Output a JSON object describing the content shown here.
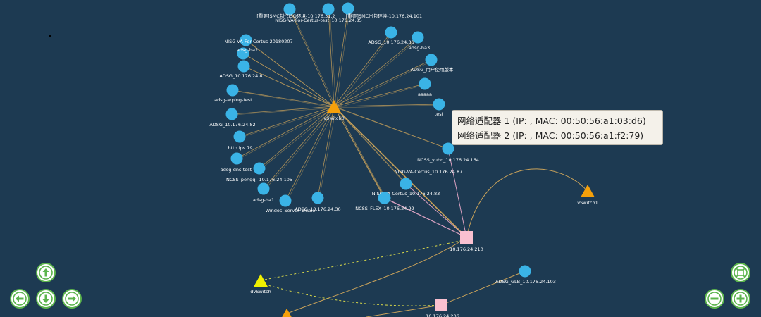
{
  "colors": {
    "background": "#1d3a52",
    "vm_node": "#3ab3e6",
    "vswitch_node": "#f5a00a",
    "dvswitch_node": "#f0f000",
    "host_node": "#f9c0d0",
    "vm_link": "#c9a25a",
    "host_link": "#d8a0c0",
    "dv_link": "#d8d84a",
    "control_border": "#5cb44d"
  },
  "nodes": {
    "vswitch0": {
      "label": "vSwitch0",
      "type": "vswitch"
    },
    "vswitch1": {
      "label": "vSwitch1",
      "type": "vswitch"
    },
    "dvswitch": {
      "label": "dvSwitch",
      "type": "dvswitch"
    },
    "host_210": {
      "label": "10.176.24.210",
      "type": "host"
    },
    "host_206": {
      "label": "10.176.24.206",
      "type": "host"
    },
    "vms": [
      {
        "label": "[重要]SMC制作ISO环境-10.176.31.2"
      },
      {
        "label": "NISG-VA-For-Certus-test_10.176.24.85"
      },
      {
        "label": "[重要]SMC出包环境-10.176.24.101"
      },
      {
        "label": "NISG-VA-For-Certus-20180207"
      },
      {
        "label": "ADSG_10.176.24.36"
      },
      {
        "label": "adsg-ha2"
      },
      {
        "label": "adsg-ha3"
      },
      {
        "label": "ADSG_用户使用版本"
      },
      {
        "label": "ADSG_10.176.24.81"
      },
      {
        "label": "aaaaa"
      },
      {
        "label": "adsg-arping-test"
      },
      {
        "label": "test"
      },
      {
        "label": "ADSG_10.176.24.82"
      },
      {
        "label": "http ips 79"
      },
      {
        "label": "NCSS_yuho_10.176.24.164"
      },
      {
        "label": "adsg-dns-test"
      },
      {
        "label": "NISG-VA-Certus_10.176.24.87"
      },
      {
        "label": "NCSS_pengqj_10.176.24.105"
      },
      {
        "label": "NISG-VA-Certus_10.176.24.83"
      },
      {
        "label": "adsg-ha1"
      },
      {
        "label": "Windos_Server_Demo"
      },
      {
        "label": "ADSG_10.176.24.30"
      },
      {
        "label": "NCSS_FLEX_10.176.24.92"
      },
      {
        "label": "ADSG_GLB_10.176.24.103"
      }
    ]
  },
  "tooltip": {
    "line1": "网络适配器 1 (IP: , MAC: 00:50:56:a1:03:d6)",
    "line2": "网络适配器 2 (IP: , MAC: 00:50:56:a1:f2:79)"
  },
  "controls": {
    "pan_up": "arrow-up-icon",
    "pan_left": "arrow-left-icon",
    "pan_down": "arrow-down-icon",
    "pan_right": "arrow-right-icon",
    "fit": "fit-screen-icon",
    "zoom_out": "zoom-out-icon",
    "zoom_in": "zoom-in-icon"
  }
}
